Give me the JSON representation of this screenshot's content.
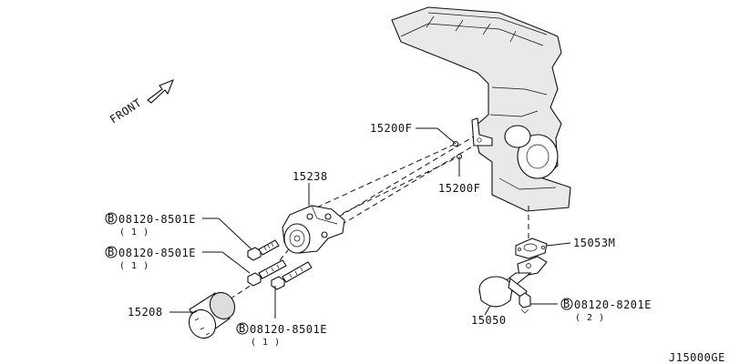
{
  "diagram": {
    "front_label": "FRONT",
    "figure_id": "J15000GE",
    "bolt_symbol": "B",
    "callouts": [
      {
        "id": "15200F_top",
        "part": "15200F"
      },
      {
        "id": "15200F_bottom",
        "part": "15200F"
      },
      {
        "id": "15238",
        "part": "15238"
      },
      {
        "id": "bolt_1",
        "part": "08120-8501E",
        "qty": "( 1 )"
      },
      {
        "id": "bolt_2",
        "part": "08120-8501E",
        "qty": "( 1 )"
      },
      {
        "id": "15208",
        "part": "15208"
      },
      {
        "id": "bolt_3",
        "part": "08120-8501E",
        "qty": "( 1 )"
      },
      {
        "id": "15053M",
        "part": "15053M"
      },
      {
        "id": "bolt_4",
        "part": "08120-8201E",
        "qty": "( 2 )"
      },
      {
        "id": "15050",
        "part": "15050"
      }
    ]
  }
}
